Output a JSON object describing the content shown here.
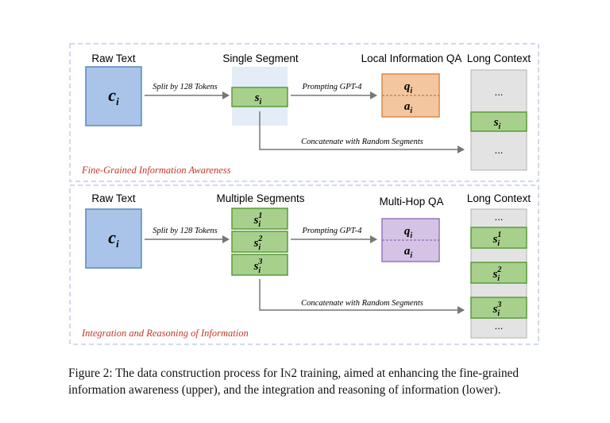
{
  "top": {
    "raw_text_title": "Raw Text",
    "raw_text_symbol": "c",
    "raw_text_sub": "i",
    "split_label": "Split by 128 Tokens",
    "segment_title": "Single Segment",
    "segment_symbol": "s",
    "segment_sub": "i",
    "prompt_label": "Prompting GPT-4",
    "qa_title": "Local Information QA",
    "q_symbol": "q",
    "a_symbol": "a",
    "qa_sub": "i",
    "long_context_title": "Long Context",
    "ellipsis": "...",
    "concat_label": "Concatenate with Random Segments",
    "section_label": "Fine-Grained Information Awareness"
  },
  "bottom": {
    "raw_text_title": "Raw Text",
    "raw_text_symbol": "c",
    "raw_text_sub": "i",
    "split_label": "Split by 128 Tokens",
    "segments_title": "Multiple Segments",
    "segment_symbol": "s",
    "segment_sub": "i",
    "segment_sups": [
      "1",
      "2",
      "3"
    ],
    "prompt_label": "Prompting GPT-4",
    "qa_title": "Multi-Hop QA",
    "q_symbol": "q",
    "a_symbol": "a",
    "qa_sub": "i",
    "long_context_title": "Long Context",
    "ellipsis": "...",
    "concat_label": "Concatenate with Random Segments",
    "section_label": "Integration and Reasoning of Information"
  },
  "caption": {
    "prefix": "Figure 2: The data construction process for ",
    "method_first": "I",
    "method_rest": "N",
    "method_num": "2",
    "suffix": " training, aimed at enhancing the fine-grained information awareness (upper), and the integration and reasoning of information (lower)."
  },
  "colors": {
    "frame_dash": "#b9c4e2",
    "raw_fill": "#a9c4e8",
    "raw_stroke": "#5b87c4",
    "seg_fill": "#a8d08d",
    "seg_stroke": "#5a9a3a",
    "qa_top_fill": "#f4c6a0",
    "qa_top_stroke": "#d9884a",
    "qa_bottom_fill": "#d5c3e6",
    "qa_bottom_stroke": "#9a74c2",
    "context_fill": "#e3e3e3",
    "context_stroke": "#b0b0b0",
    "segment_panel_fill": "#e4ecf8",
    "section_label_color": "#c0392b",
    "arrow": "#777777"
  }
}
